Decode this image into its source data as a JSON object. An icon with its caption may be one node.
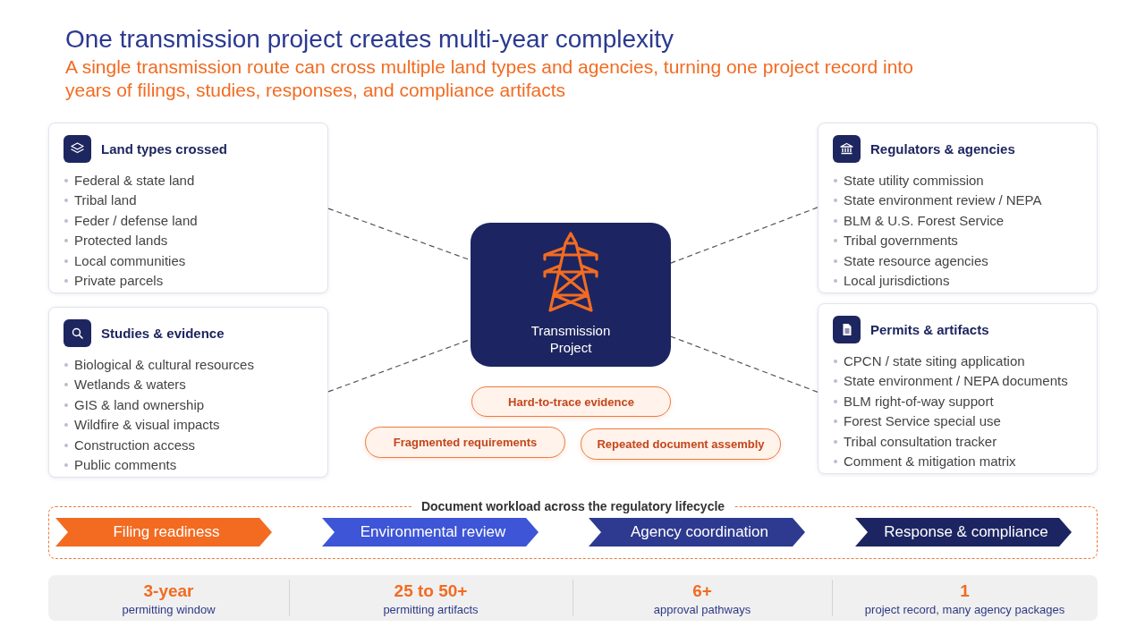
{
  "diagram": {
    "title": "One transmission project creates multi-year complexity",
    "nodes": [
      {
        "text": [
          "Land types crossed",
          "Federal & state land",
          "Tribal land",
          "Feder / defense land",
          "Protected lands",
          "Local communities",
          "Private parcels"
        ]
      },
      {
        "text": [
          "Regulators & agencies",
          "State utility commission",
          "State environment review / NEPA",
          "BLM & U.S. Forest Service",
          "Tribal governments",
          "State resource agencies",
          "Local jurisdictions"
        ]
      },
      {
        "text": [
          "Transmission Project"
        ]
      },
      {
        "text": [
          "Studies & evidence",
          "Biological & cultural resources",
          "Wetlands & waters",
          "GIS & land ownership",
          "Wildfire & visual impacts",
          "Construction access",
          "Public comments"
        ]
      },
      {
        "text": [
          "Permits & artifacts",
          "CPCN / state siting application",
          "State environment / NEPA documents",
          "BLM right-of-way support",
          "Forest Service special use",
          "Tribal consultation tracker",
          "Comment & mitigation matrix"
        ]
      },
      {
        "text": [
          "Hard-to-trace evidence"
        ]
      },
      {
        "text": [
          "Fragmented requirements"
        ]
      },
      {
        "text": [
          "Repeated document assembly"
        ]
      },
      {
        "text": [
          "Document workload across the regulatory lifecycle"
        ]
      },
      {
        "text": [
          "Filing readiness"
        ],
        "in": 8
      },
      {
        "text": [
          "Environmental review"
        ],
        "in": 8
      },
      {
        "text": [
          "Agency coordination"
        ],
        "in": 8
      },
      {
        "text": [
          "Response & compliance"
        ],
        "in": 8
      },
      {
        "text": [
          "3-year",
          "permitting window",
          "25 to 50+",
          "permitting artifacts",
          "6+",
          "approval pathways",
          "1",
          "project record, many agency packages"
        ]
      }
    ],
    "edges": [
      {
        "from": 0,
        "to": 2,
        "arrow": "none",
        "style": "dashed"
      },
      {
        "from": 1,
        "to": 2,
        "arrow": "none",
        "style": "dashed"
      },
      {
        "from": 3,
        "to": 2,
        "arrow": "none",
        "style": "dashed"
      },
      {
        "from": 4,
        "to": 2,
        "arrow": "none",
        "style": "dashed"
      }
    ],
    "labels": [
      "A single transmission route can cross multiple land types and agencies, turning one project record into years of filings, studies, responses, and compliance artifacts"
    ]
  }
}
